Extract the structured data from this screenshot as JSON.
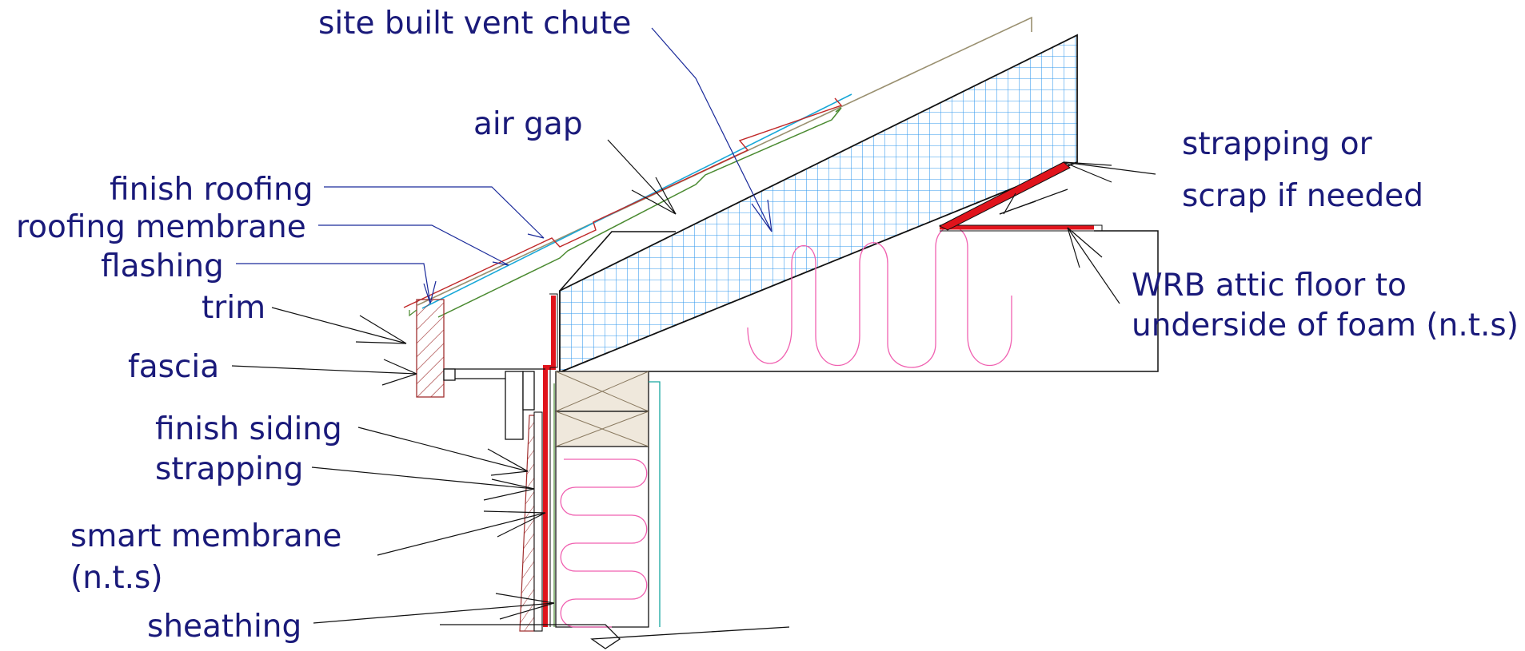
{
  "labels": {
    "site_built_vent_chute": "site built vent chute",
    "air_gap": "air gap",
    "finish_roofing": "finish roofing",
    "roofing_membrane": "roofing membrane",
    "flashing": "flashing",
    "trim": "trim",
    "fascia": "fascia",
    "finish_siding": "finish siding",
    "strapping": "strapping",
    "smart_membrane_1": "smart membrane",
    "smart_membrane_2": "(n.t.s)",
    "sheathing": "sheathing",
    "strapping_or_1": "strapping or",
    "strapping_or_2": "scrap if needed",
    "wrb_1": "WRB attic floor to",
    "wrb_2": "underside of foam (n.t.s)"
  },
  "colors": {
    "label_text": "#1a1a7a",
    "membrane_red": "#e0141c",
    "foam_grid": "#3399ee",
    "insulation_pink": "#f060b0",
    "timber_fill": "#efe8dc",
    "fascia_brown": "#a03030",
    "roofing_olive": "#9a9070",
    "membrane_cyan": "#18a8d8",
    "flashing_green": "#4a8a30",
    "leader_blue": "#1a2a9a",
    "leader_black": "#111111"
  },
  "icons": [
    "blue-insulation-board",
    "pink-batt-insulation",
    "double-top-plate",
    "red-wrb-membrane"
  ]
}
